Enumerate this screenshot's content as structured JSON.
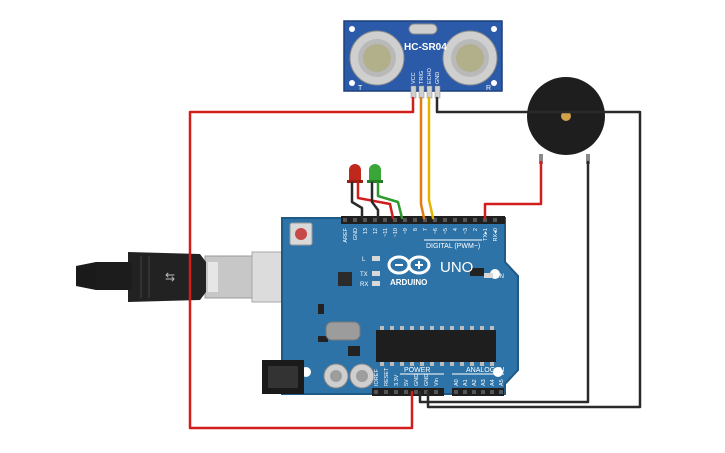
{
  "sensor": {
    "model": "HC-SR04",
    "pins": [
      "VCC",
      "TRIG",
      "ECHO",
      "GND"
    ],
    "left_mark": "T",
    "right_mark": "R"
  },
  "board": {
    "logo_text": "ARDUINO",
    "model": "UNO",
    "digital_label": "DIGITAL (PWM~)",
    "power_label": "POWER",
    "analog_label": "ANALOG IN",
    "on_label": "ON",
    "led_labels": [
      "L",
      "TX",
      "RX"
    ],
    "digital_pins": [
      "AREF",
      "GND",
      "13",
      "12",
      "~11",
      "~10",
      "~9",
      "8",
      "7",
      "~6",
      "~5",
      "4",
      "~3",
      "2",
      "TX▸1",
      "RX◂0"
    ],
    "power_pins": [
      "IOREF",
      "RESET",
      "3.3V",
      "5V",
      "GND",
      "GND",
      "Vin"
    ],
    "analog_pins": [
      "A0",
      "A1",
      "A2",
      "A3",
      "A4",
      "A5"
    ]
  },
  "components": {
    "led_red": {
      "color": "#c0281c"
    },
    "led_green": {
      "color": "#3aa63a"
    },
    "buzzer": {
      "color": "#1e1e1e"
    }
  },
  "wire_colors": {
    "red": "#d21d1d",
    "black": "#2a2a2a",
    "yellow": "#e3b400",
    "orange": "#e07d10",
    "green": "#2e9a2e"
  }
}
